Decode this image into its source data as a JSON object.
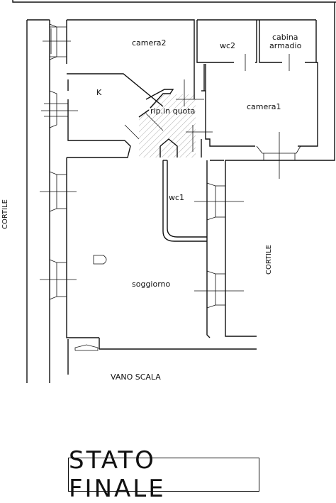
{
  "rooms": {
    "camera2": "camera2",
    "wc2": "wc2",
    "cabina_line1": "cabina",
    "cabina_line2": "armadio",
    "kitchen": "K",
    "ripostiglio": "rip.in  quota",
    "camera1": "camera1",
    "wc1": "wc1",
    "soggiorno": "soggiorno",
    "vano_scala": "VANO  SCALA"
  },
  "side_labels": {
    "cortile_left": "CORTILE",
    "cortile_right": "CORTILE"
  },
  "title": "STATO  FINALE"
}
